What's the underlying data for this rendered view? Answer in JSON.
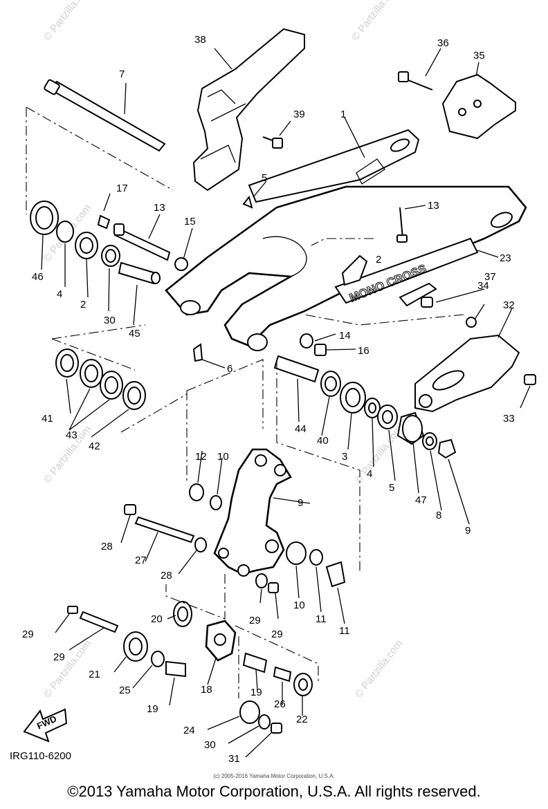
{
  "diagram": {
    "callouts": [
      "1",
      "2",
      "3",
      "4",
      "4",
      "5",
      "5",
      "6",
      "7",
      "8",
      "9",
      "9",
      "10",
      "10",
      "11",
      "11",
      "12",
      "13",
      "13",
      "14",
      "15",
      "16",
      "17",
      "18",
      "19",
      "19",
      "20",
      "21",
      "22",
      "23",
      "24",
      "25",
      "26",
      "27",
      "28",
      "28",
      "29",
      "29",
      "29",
      "29",
      "30",
      "30",
      "31",
      "32",
      "33",
      "34",
      "35",
      "36",
      "37",
      "38",
      "39",
      "40",
      "41",
      "42",
      "43",
      "44",
      "45",
      "46",
      "47"
    ],
    "plate_code": "IRG110-6200",
    "fwd_label": "FWD",
    "inline_labels": {
      "swingarm_decal": "MONO CROSS",
      "tensioner_mark": "2"
    },
    "watermark": "© Partzilla.com"
  },
  "footer": {
    "small_copyright": "(c) 2005-2016 Yamaha Motor Corporation, U.S.A.",
    "main_copyright": "©2013 Yamaha Motor Corporation, U.S.A. All rights reserved."
  }
}
